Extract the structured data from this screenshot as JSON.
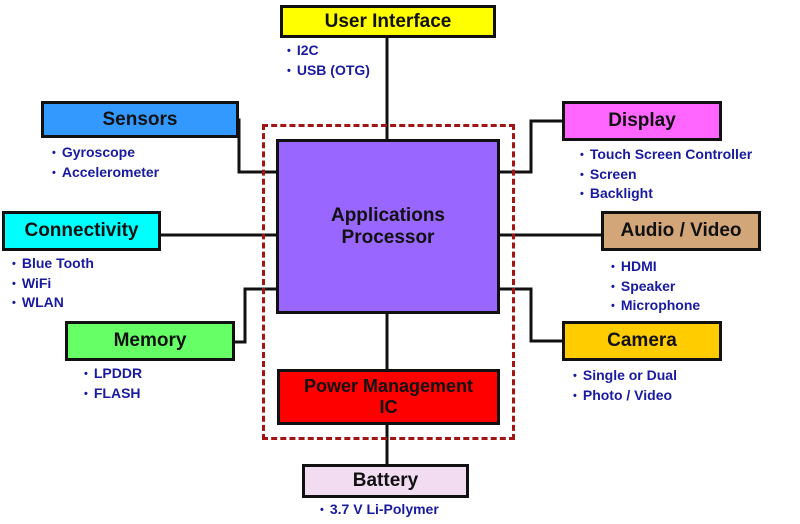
{
  "diagram": {
    "center": {
      "processor": {
        "label": "Applications Processor",
        "line1": "Applications",
        "line2": "Processor",
        "color": "#9966ff"
      },
      "pmic": {
        "label": "Power Management IC",
        "line1": "Power Management",
        "line2": "IC",
        "color": "#ff0000"
      },
      "boundary_color": "#a31515"
    },
    "blocks": {
      "user_interface": {
        "label": "User Interface",
        "color": "#ffff00",
        "items": [
          "I2C",
          "USB (OTG)"
        ]
      },
      "sensors": {
        "label": "Sensors",
        "color": "#3399ff",
        "items": [
          "Gyroscope",
          "Accelerometer"
        ]
      },
      "connectivity": {
        "label": "Connectivity",
        "color": "#00ffff",
        "items": [
          "Blue Tooth",
          "WiFi",
          "WLAN"
        ]
      },
      "memory": {
        "label": "Memory",
        "color": "#66ff66",
        "items": [
          "LPDDR",
          "FLASH"
        ]
      },
      "display": {
        "label": "Display",
        "color": "#ff66ff",
        "items": [
          "Touch Screen Controller",
          "Screen",
          "Backlight"
        ]
      },
      "audio_video": {
        "label": "Audio / Video",
        "color": "#d2a679",
        "items": [
          "HDMI",
          "Speaker",
          "Microphone"
        ]
      },
      "camera": {
        "label": "Camera",
        "color": "#ffcc00",
        "items": [
          "Single or Dual",
          "Photo / Video"
        ]
      },
      "battery": {
        "label": "Battery",
        "color": "#f2dcf2",
        "items": [
          "3.7 V Li-Polymer"
        ]
      }
    }
  }
}
